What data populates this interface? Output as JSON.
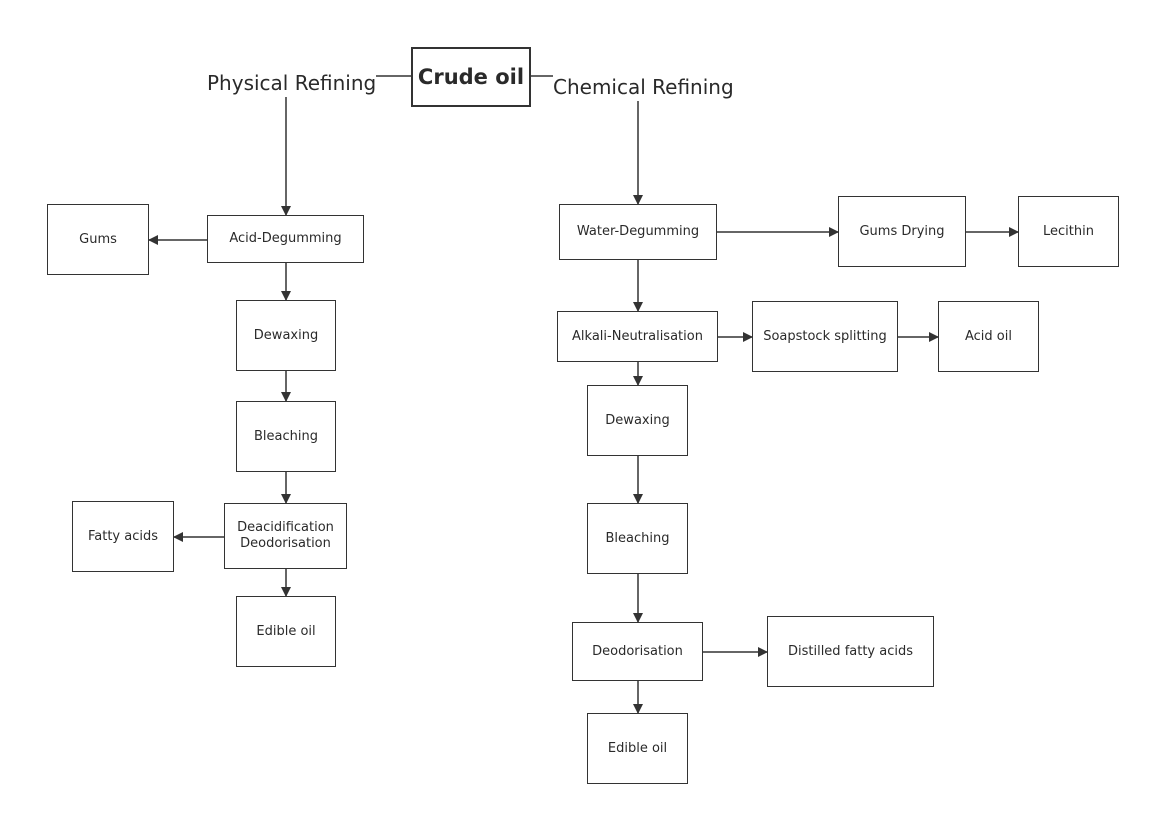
{
  "diagram": {
    "root": "Crude oil",
    "branches": {
      "physical": "Physical Refining",
      "chemical": "Chemical Refining"
    },
    "physical": {
      "acid_degumming": "Acid-Degumming",
      "gums": "Gums",
      "dewaxing": "Dewaxing",
      "bleaching": "Bleaching",
      "deacid_deodor": "Deacidification\nDeodorisation",
      "fatty_acids": "Fatty acids",
      "edible_oil": "Edible oil"
    },
    "chemical": {
      "water_degumming": "Water-Degumming",
      "gums_drying": "Gums Drying",
      "lecithin": "Lecithin",
      "alkali_neutralisation": "Alkali-Neutralisation",
      "soapstock_splitting": "Soapstock splitting",
      "acid_oil": "Acid oil",
      "dewaxing": "Dewaxing",
      "bleaching": "Bleaching",
      "deodorisation": "Deodorisation",
      "distilled_fatty_acids": "Distilled fatty acids",
      "edible_oil": "Edible oil"
    },
    "colors": {
      "stroke": "#333333",
      "text": "#2a2a2a",
      "background": "#ffffff"
    }
  }
}
